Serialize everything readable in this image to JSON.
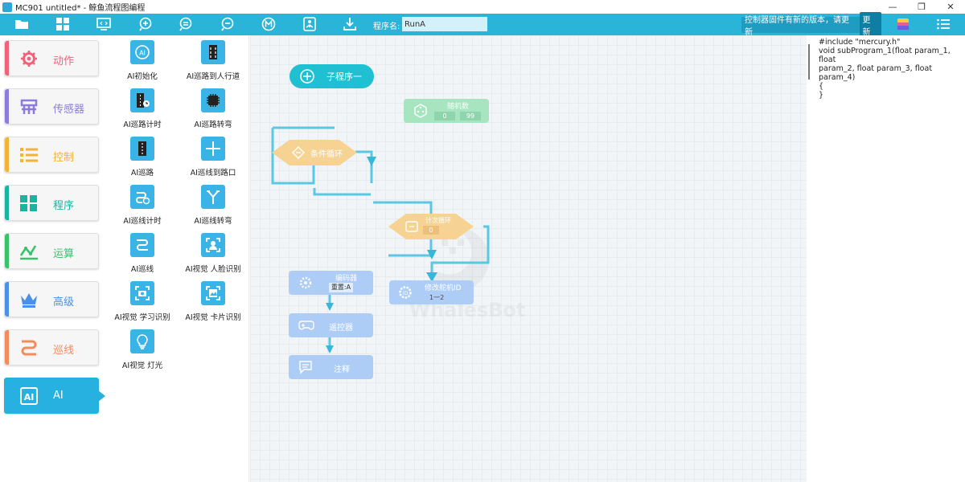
{
  "window": {
    "title": "MC901 untitled* - 鲸鱼流程图编程",
    "min_symbol": "—",
    "max_symbol": "❐",
    "close_symbol": "✕"
  },
  "toolbar": {
    "icons": [
      "open-folder-icon",
      "grid-icon",
      "code-view-icon",
      "zoom-in-icon",
      "zoom-reset-icon",
      "zoom-out-icon",
      "m-icon",
      "person-icon",
      "download-icon"
    ],
    "program_name_label": "程序名:",
    "program_name_value": "RunA",
    "firmware_notice": "控制器固件有新的版本，请更新",
    "update_button": "更新",
    "accent": "#2ab4d8"
  },
  "categories": [
    {
      "label": "动作",
      "color": "#f0637a",
      "icon": "gear-icon"
    },
    {
      "label": "传感器",
      "color": "#8e7be0",
      "icon": "sensor-icon"
    },
    {
      "label": "控制",
      "color": "#f5b335",
      "icon": "list-icon"
    },
    {
      "label": "程序",
      "color": "#19b3a2",
      "icon": "program-grid-icon"
    },
    {
      "label": "运算",
      "color": "#38c26a",
      "icon": "graph-icon"
    },
    {
      "label": "高级",
      "color": "#4a8fe8",
      "icon": "crown-icon"
    },
    {
      "label": "巡线",
      "color": "#f48b5c",
      "icon": "track-icon"
    },
    {
      "label": "AI",
      "color": "#27b1e0",
      "icon": "ai-icon",
      "active": true
    }
  ],
  "blocks": [
    {
      "label": "AI初始化",
      "icon": "ai-init-icon"
    },
    {
      "label": "AI巡路到人行道",
      "icon": "crosswalk-icon"
    },
    {
      "label": "AI巡路计时",
      "icon": "road-timer-icon"
    },
    {
      "label": "AI巡路转弯",
      "icon": "chip-icon"
    },
    {
      "label": "AI巡路",
      "icon": "road-icon"
    },
    {
      "label": "AI巡线到路口",
      "icon": "cross-icon"
    },
    {
      "label": "AI巡线计时",
      "icon": "line-timer-icon"
    },
    {
      "label": "AI巡线转弯",
      "icon": "turn-icon"
    },
    {
      "label": "AI巡线",
      "icon": "line-icon"
    },
    {
      "label": "AI视觉 人脸识别",
      "icon": "face-icon"
    },
    {
      "label": "AI视觉 学习识别",
      "icon": "camera-icon"
    },
    {
      "label": "AI视觉 卡片识别",
      "icon": "card-icon"
    },
    {
      "label": "AI视觉 灯光",
      "icon": "bulb-icon"
    }
  ],
  "flow": {
    "start_label": "子程序一",
    "random_label": "随机数",
    "random_min": "0",
    "random_max": "99",
    "cond_loop_label": "条件循环",
    "count_loop_label": "计次循环",
    "count_loop_value": "0",
    "encoder_label": "编码器",
    "encoder_value": "重置:A",
    "servo_id_label": "修改舵机ID",
    "servo_id_value": "1一2",
    "remote_label": "遥控器",
    "comment_label": "注释",
    "watermark": "WhalesBot"
  },
  "code": [
    "#include \"mercury.h\"",
    "void subProgram_1(float param_1, float",
    "param_2, float param_3, float param_4)",
    "{",
    "}"
  ]
}
